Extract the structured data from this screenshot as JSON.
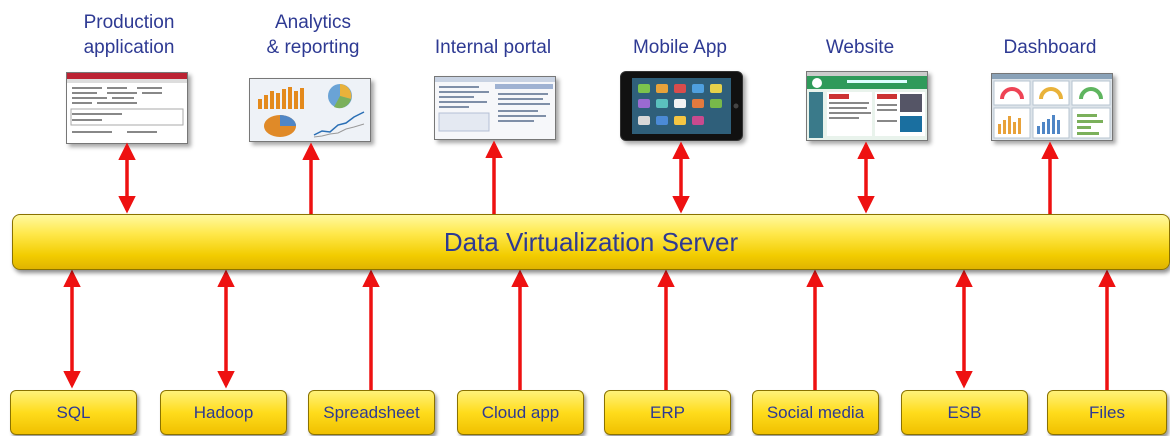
{
  "consumers": [
    {
      "label": "Production\napplication",
      "icon": "production-app-icon"
    },
    {
      "label": "Analytics\n& reporting",
      "icon": "analytics-report-icon"
    },
    {
      "label": "Internal portal",
      "icon": "internal-portal-icon"
    },
    {
      "label": "Mobile App",
      "icon": "tablet-icon"
    },
    {
      "label": "Website",
      "icon": "website-icon"
    },
    {
      "label": "Dashboard",
      "icon": "dashboard-icon"
    }
  ],
  "server": {
    "label": "Data Virtualization Server"
  },
  "sources": [
    {
      "label": "SQL"
    },
    {
      "label": "Hadoop"
    },
    {
      "label": "Spreadsheet"
    },
    {
      "label": "Cloud app"
    },
    {
      "label": "ERP"
    },
    {
      "label": "Social media"
    },
    {
      "label": "ESB"
    },
    {
      "label": "Files"
    }
  ],
  "colors": {
    "arrow": "#ee1111",
    "text": "#2e3a93",
    "box": "#ffdc1c"
  }
}
